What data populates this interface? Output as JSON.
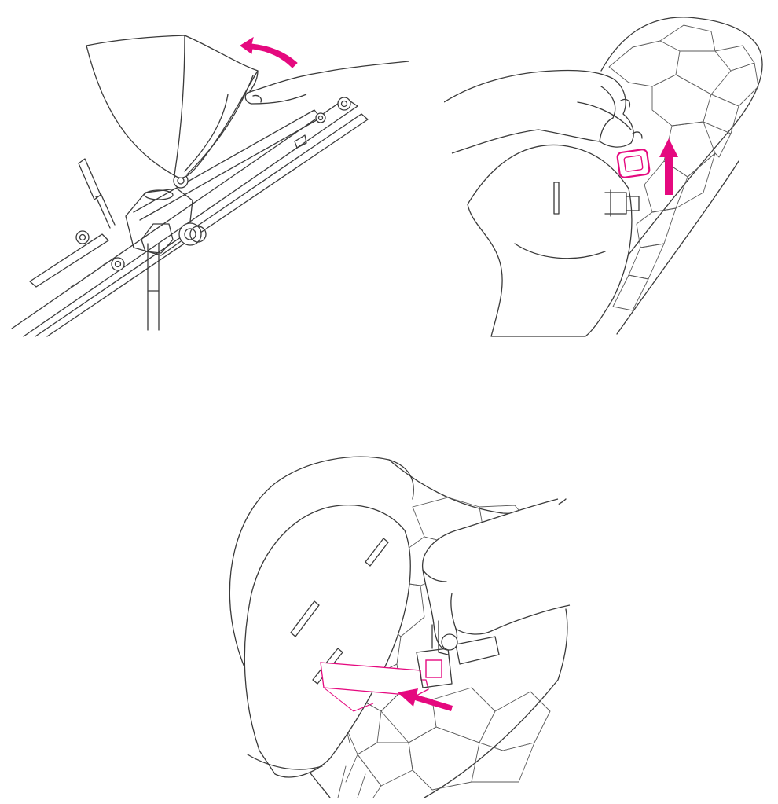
{
  "colors": {
    "line": "#3a3a3a",
    "accent": "#e5097f",
    "background": "#ffffff"
  },
  "illustrations": [
    {
      "name": "canopy-removal-illustration",
      "icons": [
        "canopy-icon",
        "stroller-frame-icon",
        "hand-icon",
        "curved-arrow-icon"
      ]
    },
    {
      "name": "buckle-release-illustration",
      "icons": [
        "seat-liner-icon",
        "hand-icon",
        "buckle-icon",
        "up-arrow-icon"
      ]
    },
    {
      "name": "strap-threading-illustration",
      "icons": [
        "seat-liner-icon",
        "hand-icon",
        "strap-icon",
        "left-arrow-icon"
      ]
    }
  ]
}
